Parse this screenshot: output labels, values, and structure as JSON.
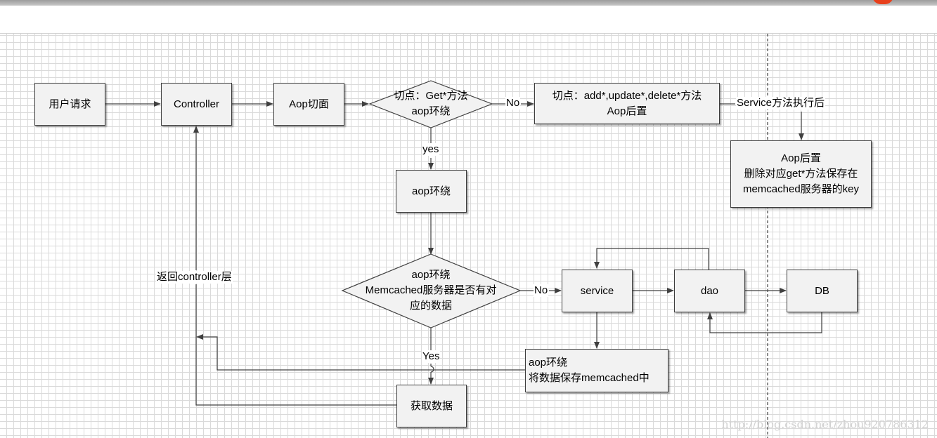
{
  "nodes": {
    "user_request": "用户请求",
    "controller": "Controller",
    "aop_aspect": "Aop切面",
    "pointcut_get_l1": "切点：Get*方法",
    "pointcut_get_l2": "aop环绕",
    "pointcut_mod_l1": "切点：add*,update*,delete*方法",
    "pointcut_mod_l2": "Aop后置",
    "aop_after_l1": "Aop后置",
    "aop_after_l2": "删除对应get*方法保存在",
    "aop_after_l3": "memcached服务器的key",
    "aop_around": "aop环绕",
    "memcached_check_l1": "aop环绕",
    "memcached_check_l2": "Memcached服务器是否有对",
    "memcached_check_l3": "应的数据",
    "service": "service",
    "dao": "dao",
    "db": "DB",
    "save_l1": "aop环绕",
    "save_l2": "将数据保存memcached中",
    "get_data": "获取数据"
  },
  "edge_labels": {
    "no_1": "No",
    "yes_1": "yes",
    "service_after": "Service方法执行后",
    "no_2": "No",
    "yes_2": "Yes",
    "return_controller": "返回controller层"
  },
  "watermark": "http://blog.csdn.net/zhou920786312",
  "colors": {
    "line": "#404040",
    "box_fill": "#f2f2f2",
    "grid": "#dadada",
    "brand": "#e8401c"
  }
}
